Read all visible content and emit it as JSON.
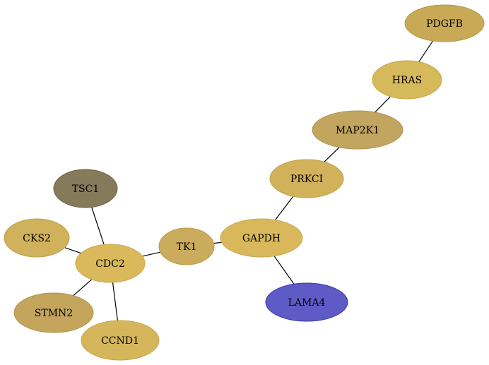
{
  "graph": {
    "nodes": [
      {
        "id": "PDGFB",
        "label": "PDGFB",
        "fill": "#c8a956",
        "stroke": "#b7984a"
      },
      {
        "id": "HRAS",
        "label": "HRAS",
        "fill": "#d6b95a",
        "stroke": "#c5a84f"
      },
      {
        "id": "MAP2K1",
        "label": "MAP2K1",
        "fill": "#c2a55e",
        "stroke": "#b09352"
      },
      {
        "id": "PRKCI",
        "label": "PRKCI",
        "fill": "#d1b15a",
        "stroke": "#c0a04f"
      },
      {
        "id": "TSC1",
        "label": "TSC1",
        "fill": "#857a5a",
        "stroke": "#6e644a"
      },
      {
        "id": "CKS2",
        "label": "CKS2",
        "fill": "#d0b15c",
        "stroke": "#bfa050"
      },
      {
        "id": "CDC2",
        "label": "CDC2",
        "fill": "#d9b95c",
        "stroke": "#c8a850"
      },
      {
        "id": "TK1",
        "label": "TK1",
        "fill": "#cbac5c",
        "stroke": "#ba9b50"
      },
      {
        "id": "GAPDH",
        "label": "GAPDH",
        "fill": "#d8b85a",
        "stroke": "#c7a74f"
      },
      {
        "id": "STMN2",
        "label": "STMN2",
        "fill": "#c3a55c",
        "stroke": "#b29450"
      },
      {
        "id": "CCND1",
        "label": "CCND1",
        "fill": "#d6b65a",
        "stroke": "#c5a54f"
      },
      {
        "id": "LAMA4",
        "label": "LAMA4",
        "fill": "#5f5bc6",
        "stroke": "#3c37a8"
      }
    ],
    "edges": [
      {
        "source": "PDGFB",
        "target": "HRAS"
      },
      {
        "source": "HRAS",
        "target": "MAP2K1"
      },
      {
        "source": "MAP2K1",
        "target": "PRKCI"
      },
      {
        "source": "PRKCI",
        "target": "GAPDH"
      },
      {
        "source": "GAPDH",
        "target": "TK1"
      },
      {
        "source": "GAPDH",
        "target": "LAMA4"
      },
      {
        "source": "TK1",
        "target": "CDC2"
      },
      {
        "source": "TSC1",
        "target": "CDC2"
      },
      {
        "source": "CKS2",
        "target": "CDC2"
      },
      {
        "source": "STMN2",
        "target": "CDC2"
      },
      {
        "source": "CCND1",
        "target": "CDC2"
      }
    ]
  }
}
